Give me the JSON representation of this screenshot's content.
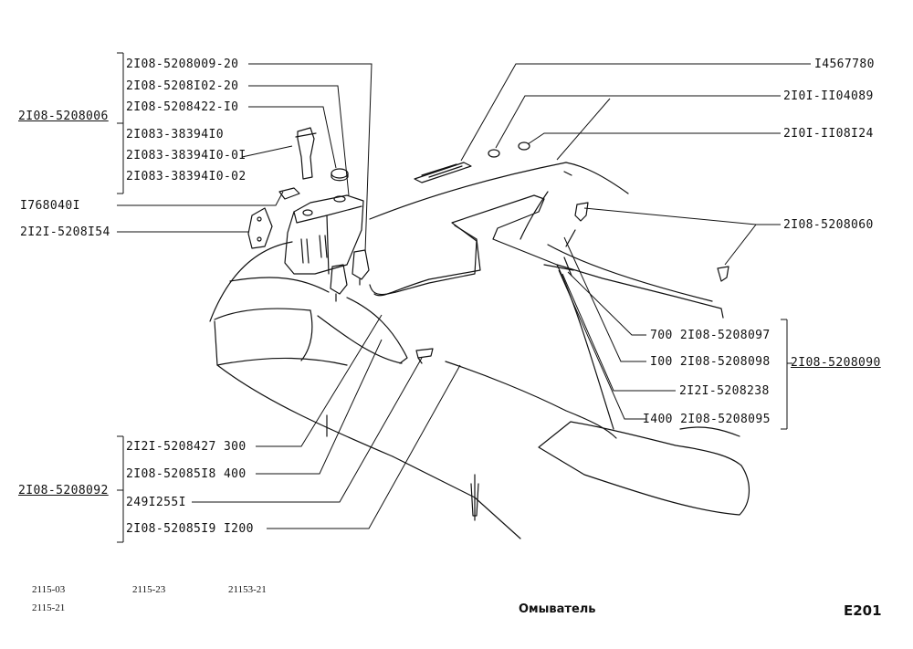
{
  "group_codes": {
    "top_left": "2I08-5208006",
    "right": "2I08-5208090",
    "bottom_left": "2I08-5208092"
  },
  "left_top_labels": [
    "2I08-5208009-20",
    "2I08-5208I02-20",
    "2I08-5208422-I0",
    "2I083-38394I0",
    "2I083-38394I0-0I",
    "2I083-38394I0-02"
  ],
  "left_mid_labels": [
    "I768040I",
    "2I2I-5208I54"
  ],
  "right_top_labels": [
    "I4567780",
    "2I0I-II04089",
    "2I0I-II08I24",
    "2I08-5208060"
  ],
  "right_group_labels": [
    "700  2I08-5208097",
    "I00  2I08-5208098",
    "2I2I-5208238",
    "I400  2I08-5208095"
  ],
  "bottom_group_labels": [
    "2I2I-5208427  300",
    "2I08-52085I8  400",
    "249I255I",
    "2I08-52085I9  I200"
  ],
  "footer": {
    "models_row1": [
      "2115-03",
      "2115-23",
      "21153-21"
    ],
    "models_row2": [
      "2115-21"
    ],
    "title": "Омыватель",
    "page_code": "E201"
  }
}
